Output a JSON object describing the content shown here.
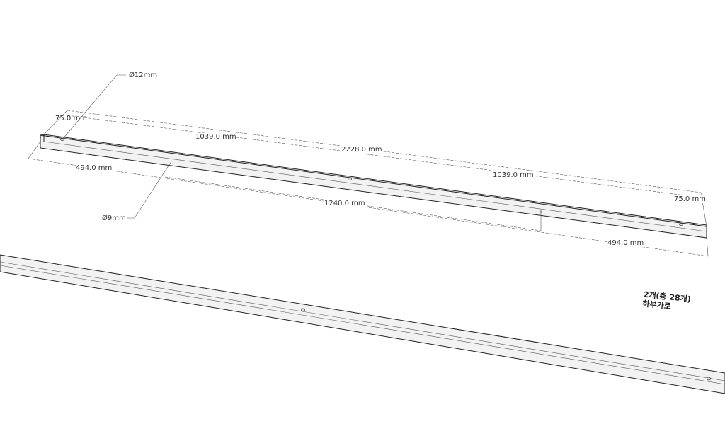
{
  "dimensions": {
    "hole_dia_top": "Ø12mm",
    "hole_dia_side": "Ø9mm",
    "end_offset_left": "75.0 mm",
    "end_offset_right": "75.0 mm",
    "span_left": "1039.0 mm",
    "span_right": "1039.0 mm",
    "total_length": "2228.0 mm",
    "side_offset_left": "494.0 mm",
    "side_offset_right": "494.0 mm",
    "side_span": "1240.0 mm"
  },
  "note": {
    "quantity": "2개(총 28개)",
    "part_name": "하부가로"
  }
}
